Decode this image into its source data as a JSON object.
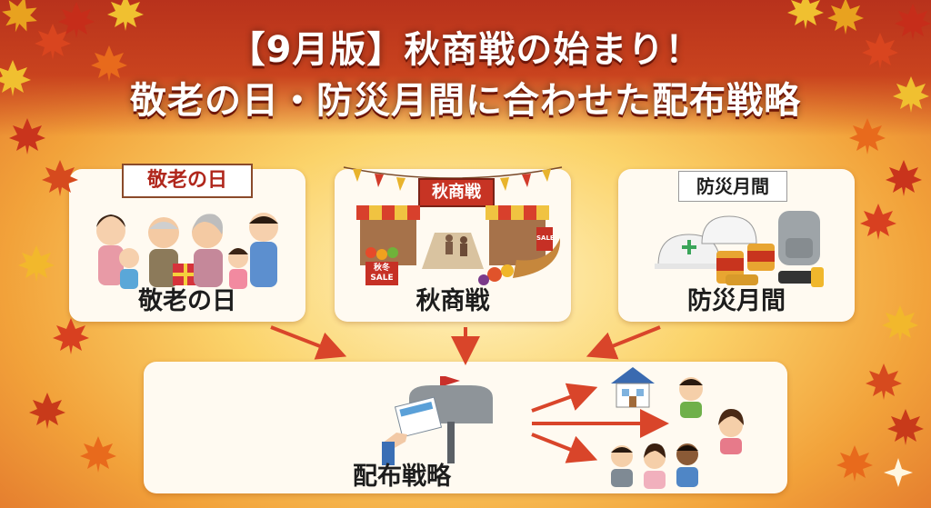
{
  "header": {
    "title_line1": "【9月版】秋商戦の始まり！",
    "title_line2": "敬老の日・防災月間に合わせた配布戦略"
  },
  "cards": [
    {
      "label": "敬老の日",
      "banner": "敬老の日"
    },
    {
      "label": "秋商戦",
      "banner": "秋商戦",
      "sign_left": "秋冬 SALE",
      "sign_right": "SALE"
    },
    {
      "label": "防災月間",
      "banner": "防災月間"
    }
  ],
  "bottom": {
    "label": "配布戦略"
  },
  "colors": {
    "header": "#c13a1d",
    "accent_red": "#c9301e",
    "card_bg": "#fffaf1",
    "arrow": "#d9452a"
  }
}
